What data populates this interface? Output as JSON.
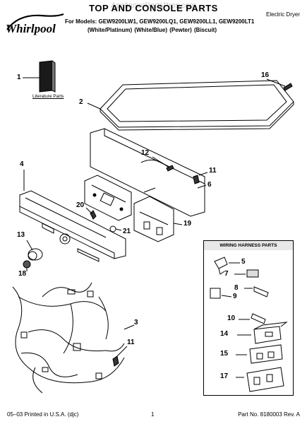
{
  "header": {
    "watermark": "AppliancePartsPros.com",
    "brand": "Whirlpool",
    "title": "TOP AND CONSOLE PARTS",
    "doc_type": "Electric Dryer",
    "models": "For Models: GEW9200LW1, GEW9200LQ1, GEW9200LL1, GEW9200LT1",
    "finishes": "(White/Platinum)  (White/Blue)     (Pewter)     (Biscuit)"
  },
  "literature_label": "Literature Parts",
  "legend_title": "WIRING HARNESS PARTS",
  "callouts": [
    "1",
    "2",
    "16",
    "12",
    "11",
    "6",
    "4",
    "20",
    "21",
    "19",
    "13",
    "18",
    "3",
    "11",
    "5",
    "7",
    "8",
    "9",
    "10",
    "14",
    "15",
    "17"
  ],
  "footer": {
    "left": "05–03 Printed in U.S.A. (djc)",
    "center": "1",
    "right": "Part No. 8180003 Rev. A"
  }
}
